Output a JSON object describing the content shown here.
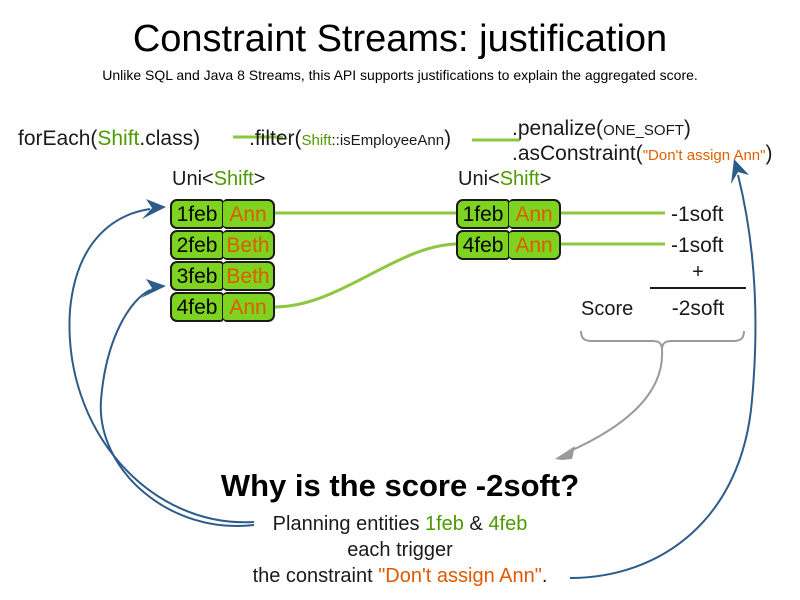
{
  "slide": {
    "title": "Constraint Streams: justification",
    "subtitle": "Unlike SQL and Java 8 Streams, this API supports justifications to explain the aggregated score."
  },
  "colors": {
    "entity_green": "#7ed321",
    "type_green": "#4d9900",
    "literal_orange": "#e05a00",
    "arrow_blue": "#2e5c8a",
    "brace_gray": "#9a9a9a",
    "stream_line_green": "#8dc63f",
    "text_black": "#1a1a1a"
  },
  "pipeline": {
    "foreach": {
      "call": "forEach(",
      "type": "Shift",
      "tail": ".class)"
    },
    "filter": {
      "call": ".filter(",
      "type": "Shift",
      "method": "::isEmployeeAnn",
      "tail": ")"
    },
    "penalize": {
      "call": ".penalize(",
      "arg": "ONE_SOFT",
      "tail": ")"
    },
    "as_constraint": {
      "call": ".asConstraint(",
      "arg": "\"Don't assign Ann\"",
      "tail": ")"
    }
  },
  "streams": {
    "left": {
      "label_prefix": "Uni<",
      "label_type": "Shift",
      "label_suffix": ">",
      "rows": [
        {
          "date": "1feb",
          "employee": "Ann"
        },
        {
          "date": "2feb",
          "employee": "Beth"
        },
        {
          "date": "3feb",
          "employee": "Beth"
        },
        {
          "date": "4feb",
          "employee": "Ann"
        }
      ]
    },
    "right": {
      "label_prefix": "Uni<",
      "label_type": "Shift",
      "label_suffix": ">",
      "rows": [
        {
          "date": "1feb",
          "employee": "Ann",
          "score": "-1soft"
        },
        {
          "date": "4feb",
          "employee": "Ann",
          "score": "-1soft"
        }
      ]
    }
  },
  "score": {
    "label": "Score",
    "operator": "+",
    "total": "-2soft"
  },
  "explanation": {
    "heading": "Why is the score -2soft?",
    "line1_prefix": "Planning entities ",
    "line1_date_a": "1feb",
    "line1_joiner": " & ",
    "line1_date_b": "4feb",
    "line2": "each trigger",
    "line3_prefix": "the constraint ",
    "line3_constraint": "\"Don't assign Ann\"",
    "line3_suffix": "."
  }
}
